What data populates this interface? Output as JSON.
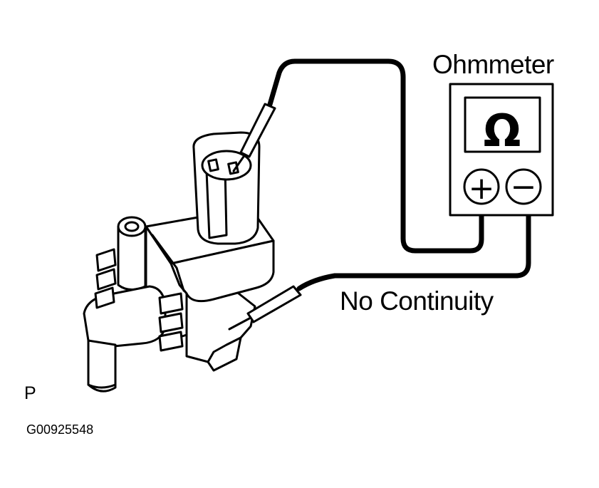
{
  "labels": {
    "ohmmeter": "Ohmmeter",
    "meter_symbol": "Ω",
    "plus": "+",
    "minus": "−",
    "result": "No Continuity",
    "panel_letter": "P",
    "figure_code": "G00925548"
  },
  "icons": [
    "ohm-symbol-icon",
    "plus-terminal-icon",
    "minus-terminal-icon"
  ]
}
